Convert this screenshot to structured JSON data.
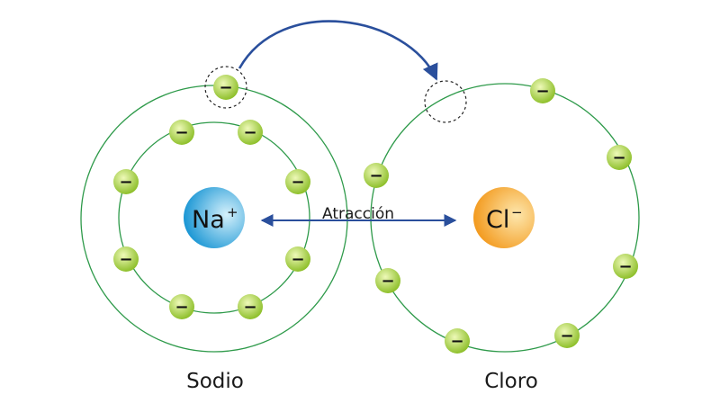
{
  "colors": {
    "shell": "#2e9a4a",
    "arrow": "#2a4f9c",
    "electron_light": "#e6f6a8",
    "electron_dark": "#8fc02c",
    "sodium_light": "#bfe6f7",
    "sodium_dark": "#1a96d4",
    "chlorine_light": "#fde2a0",
    "chlorine_dark": "#f39a1e",
    "dashed": "#222222"
  },
  "electron_symbol": "−",
  "sodium": {
    "symbol": "Na",
    "charge": "+",
    "label": "Sodio",
    "inner_electrons": 8,
    "outer_electrons": 1
  },
  "chlorine": {
    "symbol": "Cl",
    "charge": "−",
    "label": "Cloro",
    "outer_electrons": 7
  },
  "attraction_label": "Atracción",
  "icons": {
    "transfer_arrow": "curved-arrow-icon",
    "attraction_arrow": "double-arrow-icon"
  }
}
